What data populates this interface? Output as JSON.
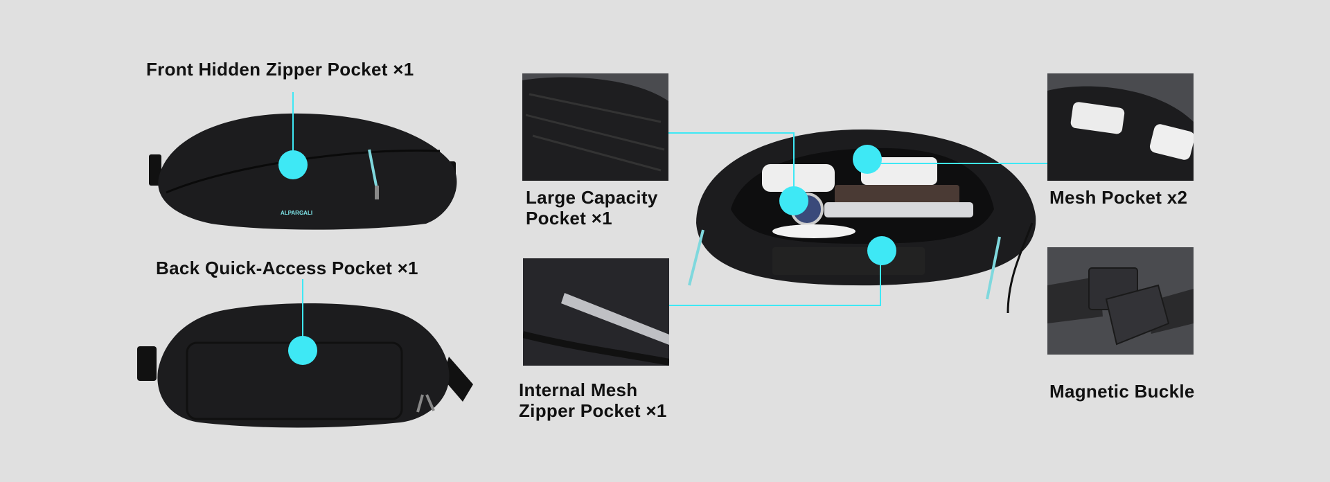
{
  "colors": {
    "background": "#e0e0e0",
    "accent": "#3ee8f5",
    "bag": "#1c1c1e",
    "thumb_bg": "#4a4b4f"
  },
  "features": {
    "front_hidden": {
      "label": "Front Hidden Zipper Pocket ×1"
    },
    "back_quick": {
      "label": "Back Quick-Access Pocket ×1"
    },
    "large_capacity": {
      "label_line1": "Large Capacity",
      "label_line2": "Pocket ×1"
    },
    "internal_mesh": {
      "label_line1": "Internal Mesh",
      "label_line2": "Zipper Pocket ×1"
    },
    "mesh_pocket": {
      "label": "Mesh Pocket x2"
    },
    "magnetic_buckle": {
      "label": "Magnetic Buckle"
    }
  },
  "brand": {
    "logo_text": "ALPARGALI"
  }
}
